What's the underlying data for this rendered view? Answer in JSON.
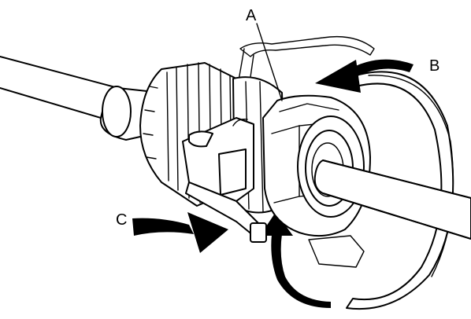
{
  "diagram": {
    "labels": {
      "a": "A",
      "b": "B",
      "c": "C"
    },
    "colors": {
      "line": "#000000",
      "background": "#ffffff"
    },
    "icons": [
      "curved-arrow-icon",
      "straight-arrow-icon"
    ]
  }
}
